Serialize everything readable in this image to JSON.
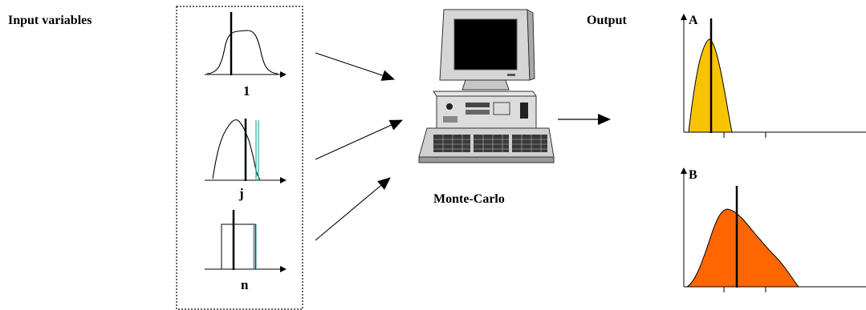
{
  "labels": {
    "input_title": "Input variables",
    "output_title": "Output",
    "engine": "Monte-Carlo"
  },
  "inputs": [
    {
      "label": "1",
      "shape": "plateau"
    },
    {
      "label": "j",
      "shape": "skewed"
    },
    {
      "label": "n",
      "shape": "uniform"
    }
  ],
  "outputs": [
    {
      "label": "A",
      "shape": "narrow-peak",
      "fill": "#f7c400"
    },
    {
      "label": "B",
      "shape": "wide-skewed",
      "fill": "#ff6600"
    }
  ],
  "colors": {
    "line": "#000000",
    "accent_line": "#3aa7a0",
    "screen": "#000000",
    "computer_body": "#d9d9d9"
  },
  "icons": [
    "computer-icon",
    "arrow-icon"
  ]
}
